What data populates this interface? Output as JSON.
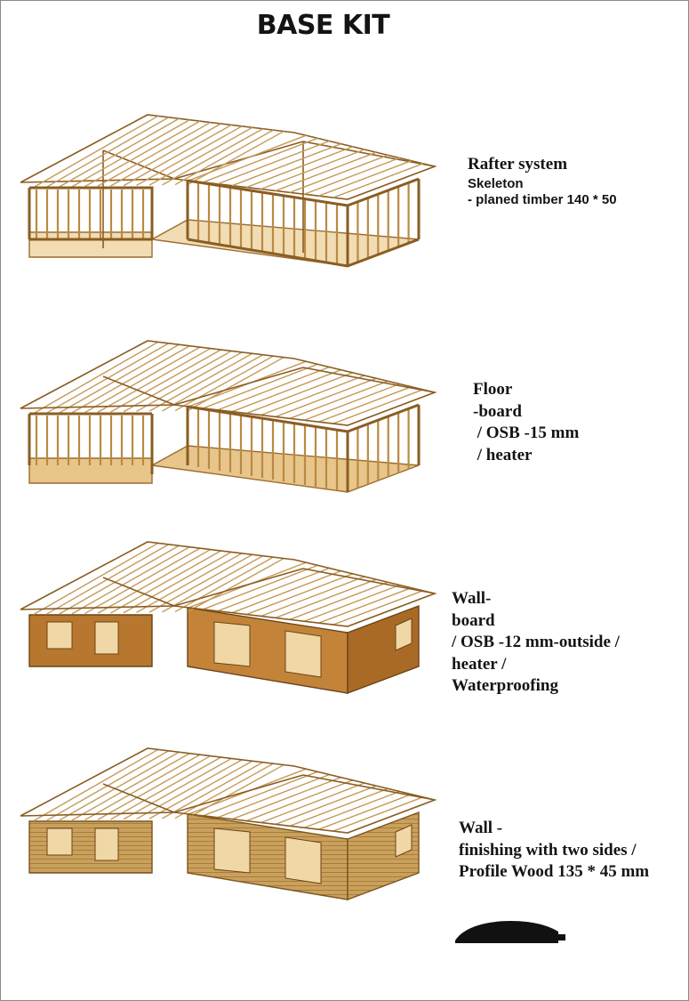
{
  "title": "BASE KIT",
  "stages": [
    {
      "heading": "Rafter system",
      "details": [
        "Skeleton",
        "- planed timber 140 * 50"
      ]
    },
    {
      "lines": [
        "Floor",
        "-board",
        " / OSB -15 mm",
        " / heater"
      ]
    },
    {
      "lines": [
        "Wall-",
        "board",
        "/ OSB -12 mm-outside /",
        "heater /",
        "Waterproofing"
      ]
    },
    {
      "lines": [
        "Wall -",
        "finishing with two sides /",
        "Profile Wood 135 * 45 mm"
      ]
    }
  ],
  "colors": {
    "timber": "#d4a861",
    "timber_dark": "#8a5d22",
    "osb_wall": "#b8772e",
    "profile_wall": "#c9a25c",
    "profile_shape": "#111111"
  }
}
